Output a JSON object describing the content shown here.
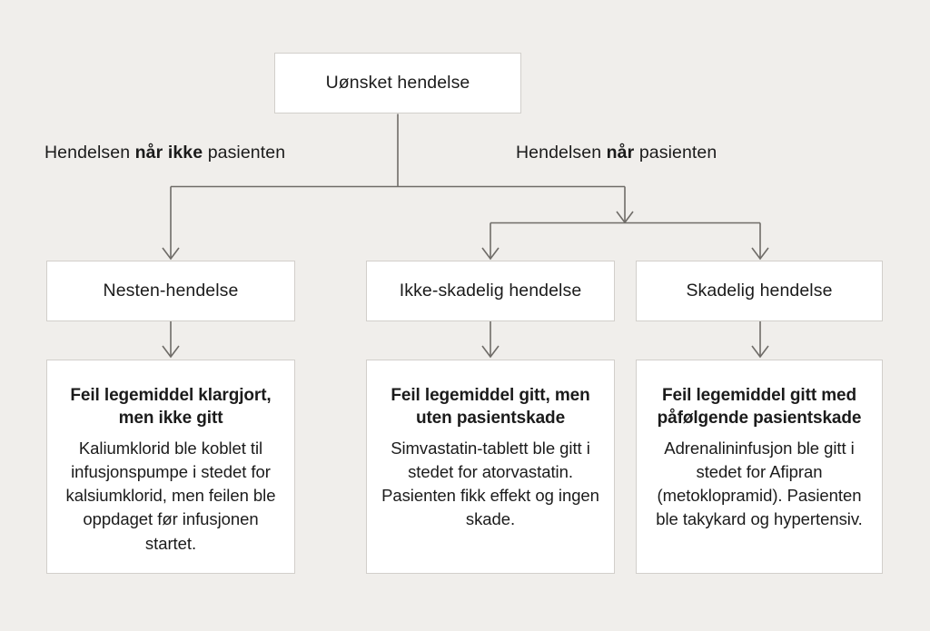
{
  "diagram": {
    "type": "flowchart",
    "title_node": {
      "label": "Uønsket hendelse"
    },
    "branch_labels": [
      {
        "id": "left",
        "prefix": "Hendelsen ",
        "bold": "når ikke",
        "suffix": " pasienten"
      },
      {
        "id": "right",
        "prefix": "Hendelsen ",
        "bold": "når",
        "suffix": " pasienten"
      }
    ],
    "categories": [
      {
        "label": "Nesten-hendelse"
      },
      {
        "label": "Ikke-skadelig hendelse"
      },
      {
        "label": "Skadelig hendelse"
      }
    ],
    "examples": [
      {
        "heading": "Feil legemiddel klargjort, men ikke gitt",
        "body": "Kaliumklorid ble koblet til infusjonspumpe i stedet for kalsiumklorid, men feilen ble oppdaget før infusjonen startet."
      },
      {
        "heading": "Feil legemiddel gitt, men uten pasientskade",
        "body": "Simvastatin-tablett ble gitt i stedet for atorvastatin. Pasienten fikk effekt og ingen skade."
      },
      {
        "heading": "Feil legemiddel gitt med påfølgende pasientskade",
        "body": "Adrenalininfusjon ble gitt i stedet for Afipran (metoklopramid). Pasienten ble takykard og hypertensiv."
      }
    ],
    "colors": {
      "background": "#f0eeeb",
      "node_fill": "#ffffff",
      "node_border": "#d2cfcb",
      "connector": "#6f6c68",
      "text": "#1b1b1b"
    }
  }
}
